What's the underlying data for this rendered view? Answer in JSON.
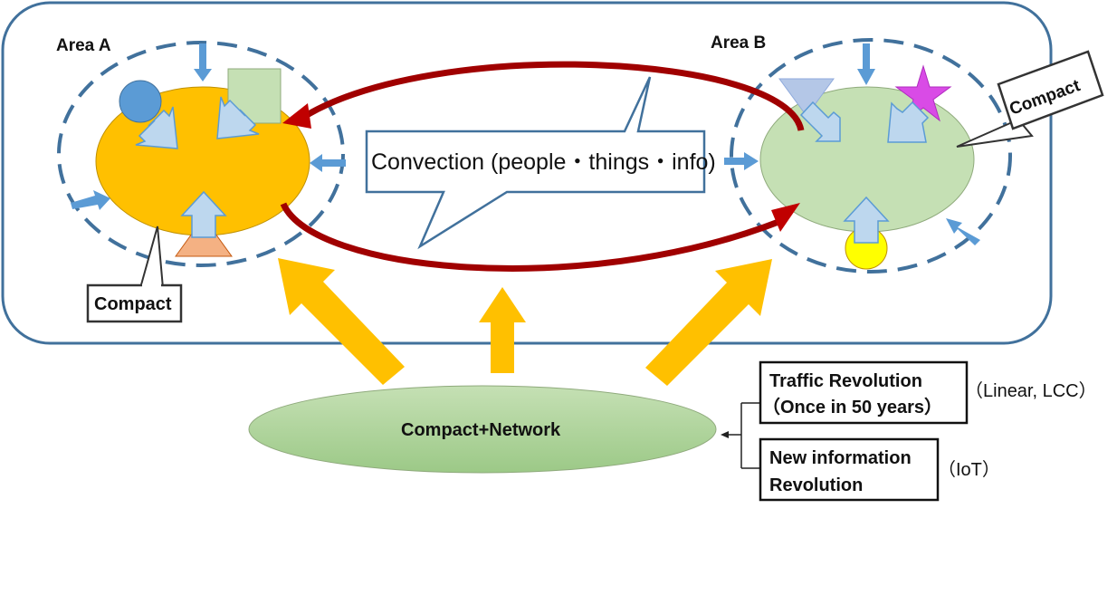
{
  "area_a": {
    "title": "Area A",
    "callout": "Compact"
  },
  "area_b": {
    "title": "Area B",
    "callout": "Compact"
  },
  "convection_label": "Convection (people・things・info)",
  "network_label": "Compact+Network",
  "traffic_box": {
    "line1": "Traffic Revolution",
    "line2": "（Once in 50 years）",
    "note": "（Linear, LCC）"
  },
  "info_box": {
    "line1": "New information",
    "line2": "Revolution",
    "note": "（IoT）"
  },
  "colors": {
    "frame": "#41719c",
    "area_a_fill": "#ffc000",
    "area_b_fill": "#c5e0b4",
    "convection_arrow": "#a00000",
    "up_arrow": "#ffc000",
    "inflow_arrow": "#5b9bd5",
    "network_fill": "#a9d18e"
  }
}
